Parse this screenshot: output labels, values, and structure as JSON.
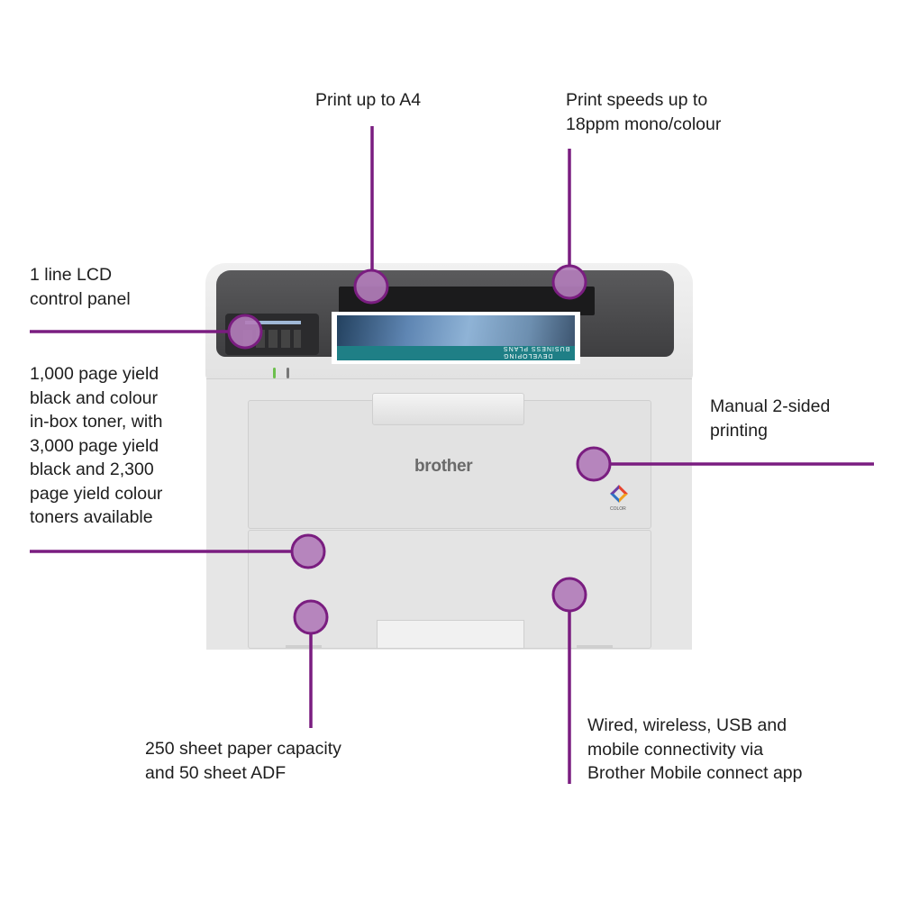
{
  "callouts": {
    "print_size": "Print up to A4",
    "print_speed": "Print speeds up to\n18ppm mono/colour",
    "lcd": "1 line LCD\ncontrol panel",
    "toner": "1,000 page yield\nblack and colour\nin-box toner, with\n3,000 page yield\nblack and 2,300\npage yield colour\ntoners available",
    "duplex": "Manual 2-sided\nprinting",
    "paper": "250 sheet paper capacity\nand 50 sheet ADF",
    "connectivity": "Wired, wireless, USB and\nmobile connectivity via\nBrother Mobile connect app"
  },
  "printer": {
    "brand_logo": "brother",
    "color_badge": "COLOR",
    "printed_page_title": "DEVELOPING\nBUSINESS PLANS"
  },
  "colors": {
    "callout_line": "#7a1d80",
    "callout_dot": "#b27dba",
    "printer_body": "#e4e4e4",
    "printer_top": "#4a4a4c"
  }
}
